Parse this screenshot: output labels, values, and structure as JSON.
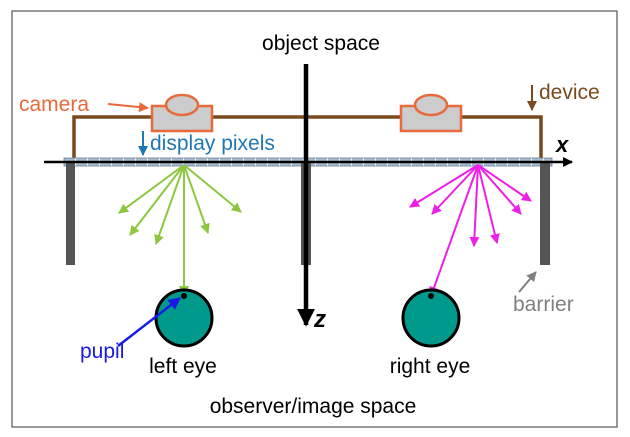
{
  "labels": {
    "object_space": "object space",
    "device": "device",
    "camera": "camera",
    "display_pixels": "display pixels",
    "x_axis": "x",
    "z_axis": "z",
    "barrier": "barrier",
    "pupil": "pupil",
    "left_eye": "left eye",
    "right_eye": "right eye",
    "observer_space": "observer/image space"
  },
  "colors": {
    "camera": "#e8693a",
    "camera_fill": "#cccccc",
    "device": "#7a4a1e",
    "display": "#1f77b4",
    "display_fill": "#a9bcd0",
    "barrier": "#555555",
    "left_rays": "#8dc63f",
    "right_rays": "#ee1fe6",
    "pupil": "#1a1ae6",
    "eye_fill": "#009a8c",
    "barrier_label": "#808080"
  },
  "icons": {
    "camera_icon": "camera-icon",
    "eye_icon": "eye-icon"
  }
}
